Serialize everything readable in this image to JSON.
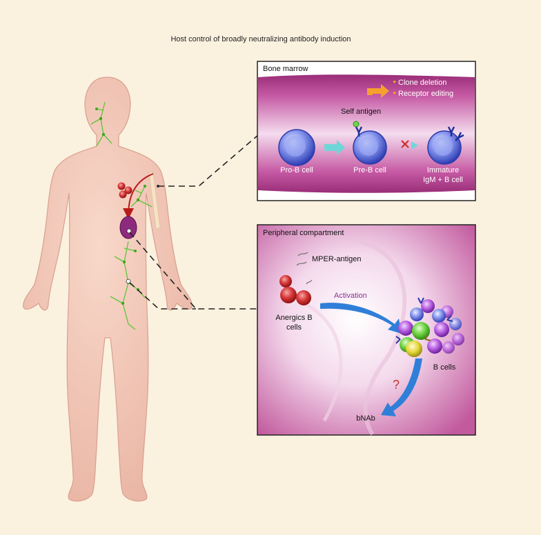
{
  "title": "Host control of broadly neutralizing antibody induction",
  "bone_marrow": {
    "heading": "Bone marrow",
    "outcomes": [
      "Clone deletion",
      "Receptor editing"
    ],
    "self_antigen": "Self antigen",
    "cells": {
      "pro_b": "Pro-B cell",
      "pre_b": "Pre-B cell",
      "immature_line1": "Immature",
      "immature_line2": "IgM + B cell"
    }
  },
  "peripheral": {
    "heading": "Peripheral compartment",
    "mper": "MPER-antigen",
    "activation": "Activation",
    "anergic_line1": "Anergics B",
    "anergic_line2": "cells",
    "b_cells": "B cells",
    "question": "?",
    "bnab": "bNAb"
  },
  "colors": {
    "background": "#fbf1df",
    "skin": "#f3c9b8",
    "lymph": "#5ec43a",
    "magenta_panel": "#c0539a",
    "cell_blue": "#3f53c9",
    "arrow_blue": "#2f7fd8",
    "arrow_cyan": "#6fd6d8",
    "red_cross": "#d12b2b",
    "orange_arrow": "#f5a12e",
    "activation_text": "#8a2f8f"
  }
}
